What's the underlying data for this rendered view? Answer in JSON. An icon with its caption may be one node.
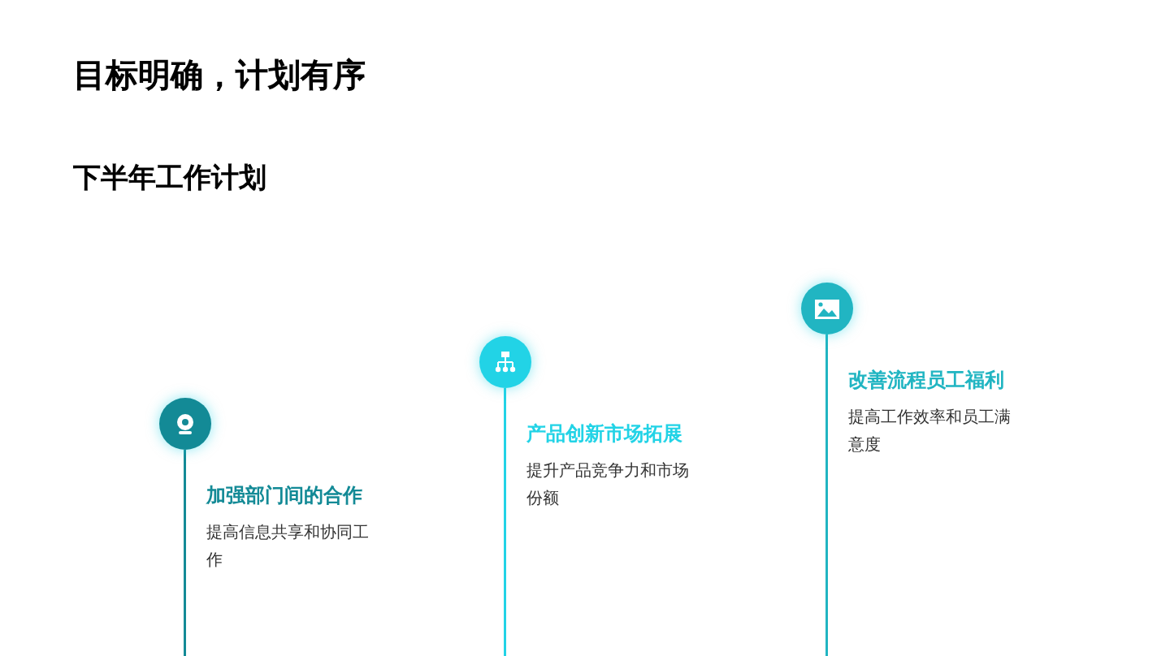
{
  "diagram": {
    "title": "目标明确，计划有序",
    "nodes": [
      {
        "text": [
          "加强部门间的合作",
          "提高信息共享和协同工作"
        ]
      },
      {
        "text": [
          "产品创新市场拓展",
          "提升产品竞争力和市场份额"
        ]
      },
      {
        "text": [
          "改善流程员工福利",
          "提高工作效率和员工满意度"
        ]
      }
    ],
    "labels": [
      "下半年工作计划"
    ]
  }
}
